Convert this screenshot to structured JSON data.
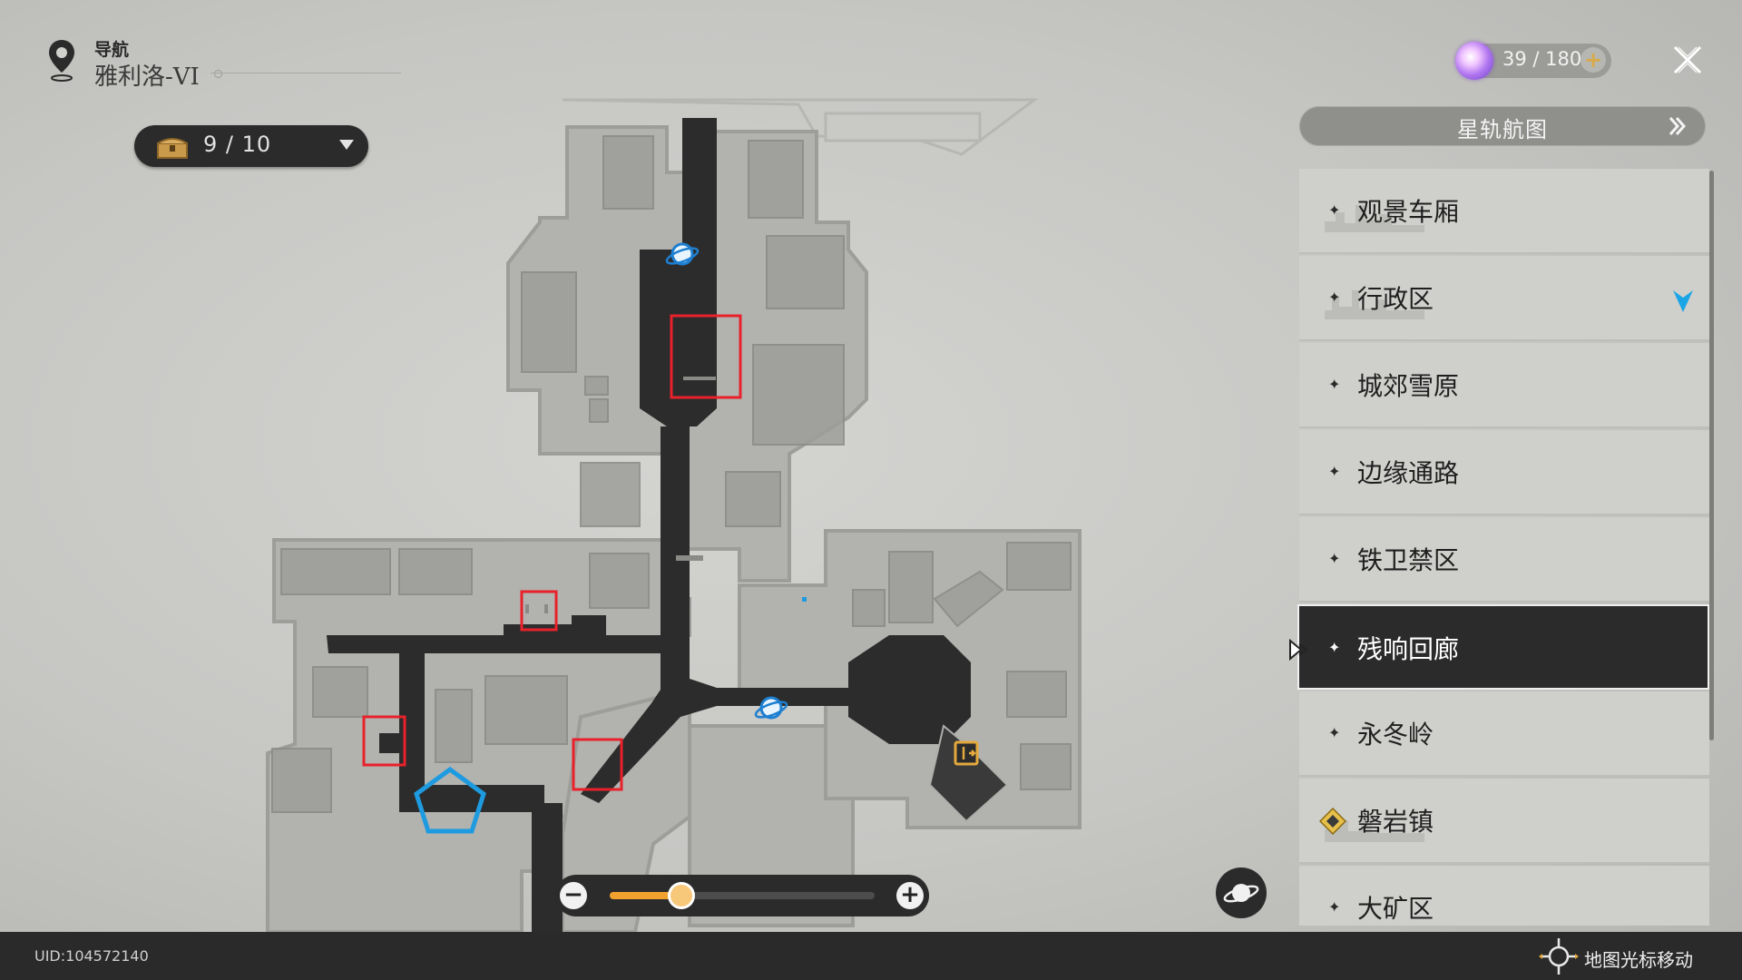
{
  "header": {
    "nav_label": "导航",
    "map_name": "雅利洛-VI"
  },
  "chest_counter": {
    "value": "9 / 10",
    "icon": "treasure-chest-icon"
  },
  "stamina": {
    "value": "39 / 180",
    "plus": "+",
    "icon": "trailblaze-power-icon"
  },
  "star_rail_map": {
    "label": "星轨航图",
    "icon": "double-chevron-right-icon"
  },
  "areas": [
    {
      "name": "观景车厢",
      "active": false
    },
    {
      "name": "行政区",
      "active": false,
      "tracked": true
    },
    {
      "name": "城郊雪原",
      "active": false
    },
    {
      "name": "边缘通路",
      "active": false
    },
    {
      "name": "铁卫禁区",
      "active": false
    },
    {
      "name": "残响回廊",
      "active": true
    },
    {
      "name": "永冬岭",
      "active": false
    },
    {
      "name": "磐岩镇",
      "active": false,
      "icon": "diamond-quest-icon"
    },
    {
      "name": "大矿区",
      "active": false
    }
  ],
  "zoom": {
    "minus": "−",
    "plus": "+",
    "level": 0.27
  },
  "uid": "UID:104572140",
  "cursor_hint": "地图光标移动",
  "colors": {
    "accent": "#f0a12e",
    "corridor": "#2c2c2c",
    "highlight_box": "#e8212b",
    "player_marker": "#1e9be0",
    "tracked_marker": "#1aa6e6",
    "exit_icon": "#e3a93c"
  }
}
